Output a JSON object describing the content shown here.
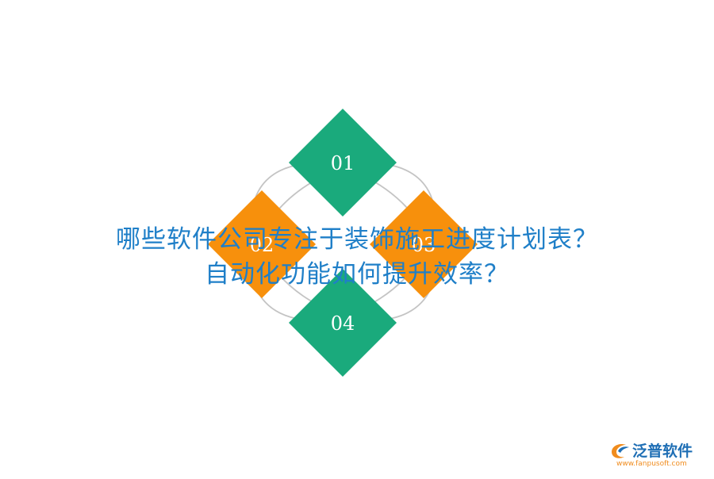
{
  "diagram": {
    "items": [
      {
        "label": "01",
        "color": "#1aaa7c"
      },
      {
        "label": "02",
        "color": "#f7900c"
      },
      {
        "label": "03",
        "color": "#f7900c"
      },
      {
        "label": "04",
        "color": "#1aaa7c"
      }
    ],
    "ring_color": "#c4c4c4"
  },
  "headline": {
    "line1": "哪些软件公司专注于装饰施工进度计划表？",
    "line2": "自动化功能如何提升效率？",
    "color": "#1f7fc8"
  },
  "brand": {
    "name": "泛普软件",
    "url": "www.fanpusoft.com",
    "logo_icon": "fanpu-logo-icon",
    "primary_color": "#1f6fb5",
    "accent_color": "#f08c1e"
  }
}
